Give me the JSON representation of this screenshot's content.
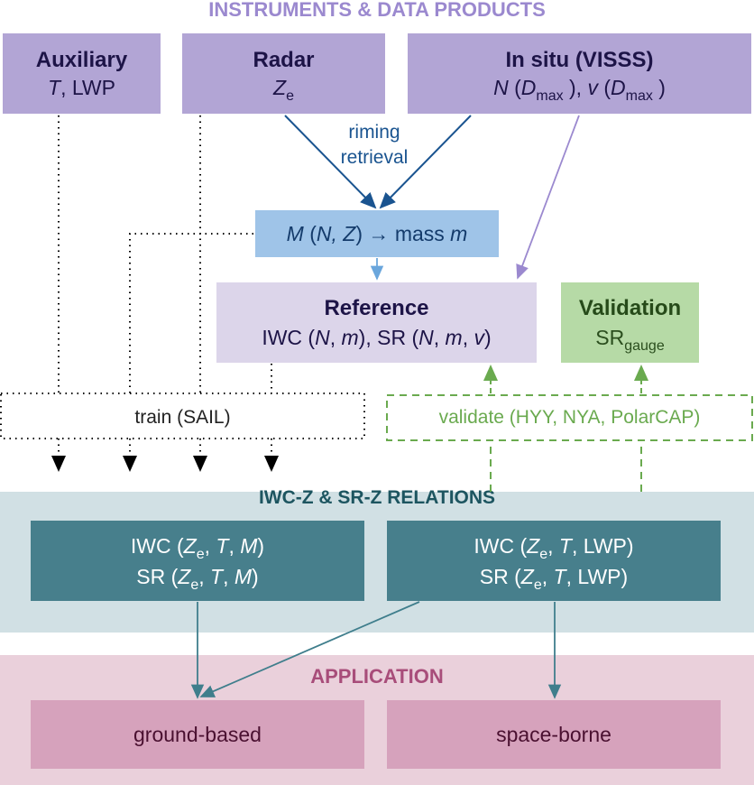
{
  "header": {
    "title": "INSTRUMENTS & DATA PRODUCTS"
  },
  "instruments": {
    "auxiliary": {
      "title": "Auxiliary",
      "var_T": "T",
      "rest": ", LWP"
    },
    "radar": {
      "title": "Radar",
      "var": "Z",
      "sub": "e"
    },
    "insitu": {
      "title": "In situ (VISSS)",
      "N": "N",
      "D": "D",
      "Dsub": "max",
      "v": "v"
    }
  },
  "retrieval": {
    "line1": "riming",
    "line2": "retrieval"
  },
  "mass": {
    "M": "M",
    "args": "N, Z",
    "arrow": "→",
    "text": "mass",
    "m": "m"
  },
  "reference": {
    "title": "Reference",
    "line": "IWC (N, m), SR (N, m, v)"
  },
  "validation": {
    "title": "Validation",
    "var": "SR",
    "sub": "gauge"
  },
  "train": {
    "label": "train (SAIL)"
  },
  "validate": {
    "label": "validate (HYY, NYA, PolarCAP)"
  },
  "relations": {
    "title": "IWC-Z & SR-Z RELATIONS",
    "left": {
      "l1_pre": "IWC (",
      "l2_pre": "SR (",
      "Z": "Z",
      "sub": "e",
      "T": "T",
      "last": "M",
      "last_italic": true
    },
    "right": {
      "l1_pre": "IWC (",
      "l2_pre": "SR (",
      "Z": "Z",
      "sub": "e",
      "T": "T",
      "last": "LWP",
      "last_italic": false
    }
  },
  "application": {
    "title": "APPLICATION",
    "ground": "ground-based",
    "space": "space-borne"
  },
  "colors": {
    "instruments": "#b2a5d5",
    "title_purple": "#9b89cf",
    "mass": "#9fc4e8",
    "retrieval_arrow": "#1a5490",
    "reference": "#dcd5ea",
    "validation": "#b6daa6",
    "validate_green": "#6aaa4f",
    "relations_panel": "#d1e0e4",
    "relations_box": "#477f8c",
    "application_panel": "#ead0db",
    "application_box": "#d6a2bc",
    "application_title": "#a84d7a"
  }
}
